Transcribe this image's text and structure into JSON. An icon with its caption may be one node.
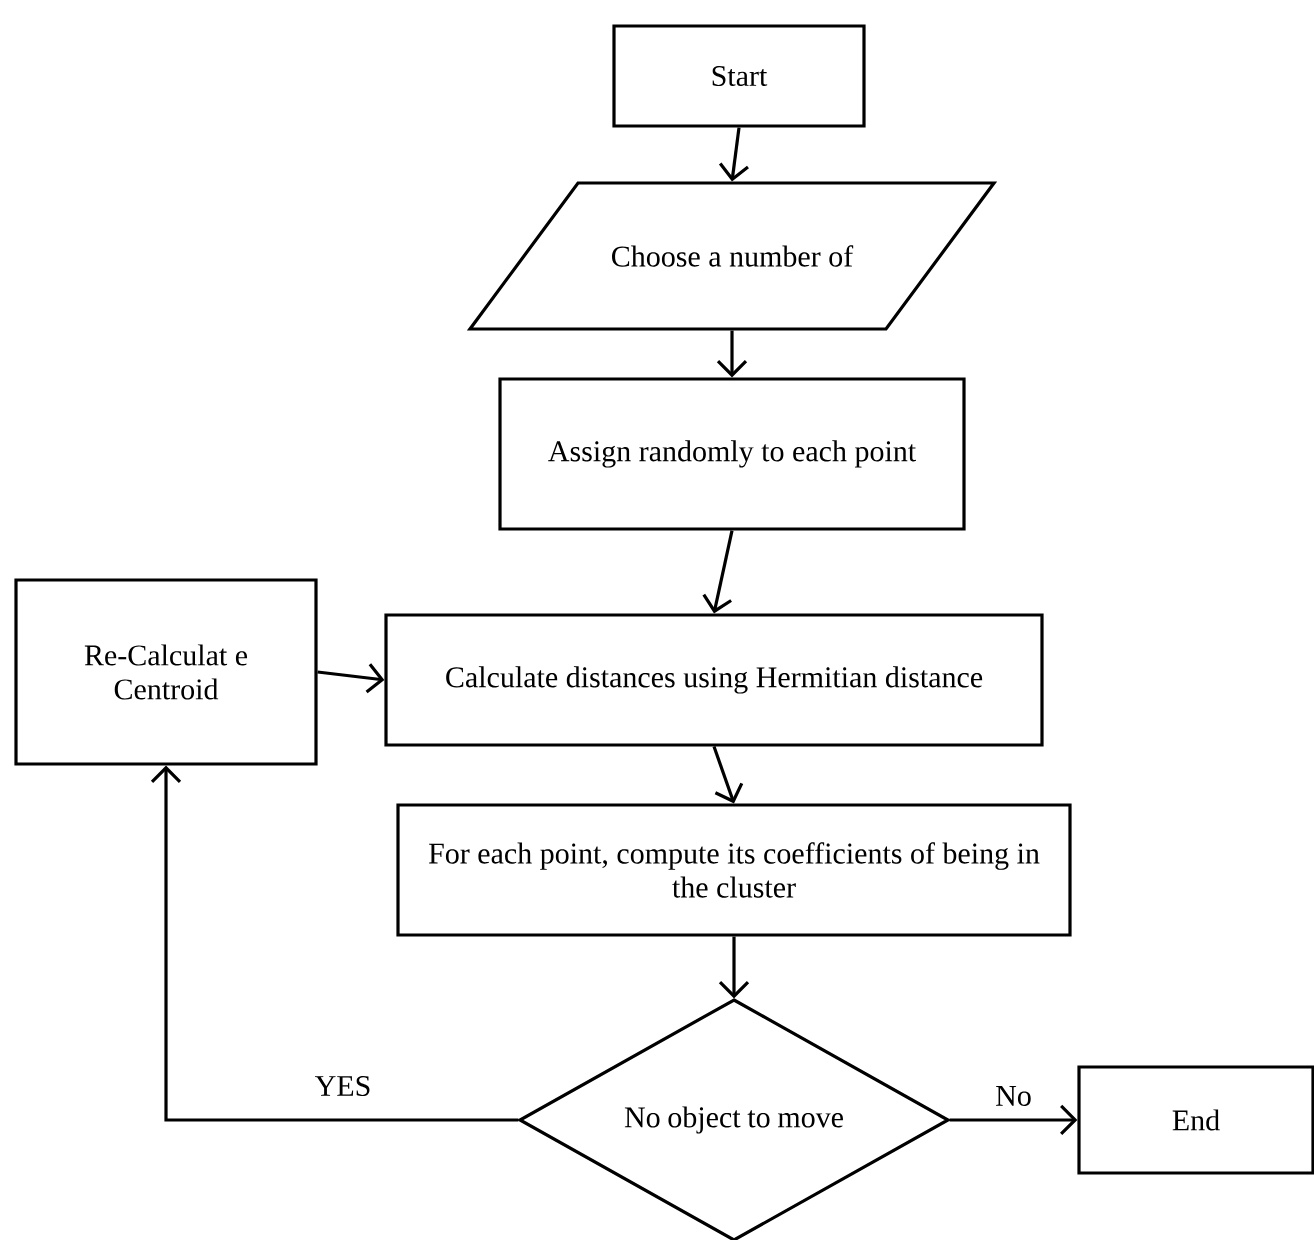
{
  "diagram": {
    "nodes": [
      {
        "text": [
          "Start"
        ]
      },
      {
        "text": [
          "Choose a number of"
        ]
      },
      {
        "text": [
          "Assign randomly to each point"
        ]
      },
      {
        "text": [
          "Re-Calculat e Centroid"
        ]
      },
      {
        "text": [
          "Calculate distances using Hermitian distance"
        ]
      },
      {
        "text": [
          "For each point, compute its coefficients of being in the cluster"
        ]
      },
      {
        "text": [
          "No object to move"
        ]
      },
      {
        "text": [
          "End"
        ]
      }
    ],
    "edges": [
      {
        "from": 0,
        "to": 1,
        "arrow": "to"
      },
      {
        "from": 1,
        "to": 2,
        "arrow": "to"
      },
      {
        "from": 2,
        "to": 4,
        "arrow": "to"
      },
      {
        "from": 3,
        "to": 4,
        "arrow": "to"
      },
      {
        "from": 4,
        "to": 5,
        "arrow": "to"
      },
      {
        "from": 5,
        "to": 6,
        "arrow": "to"
      },
      {
        "from": 6,
        "to": 3,
        "arrow": "to",
        "label": "YES"
      },
      {
        "from": 6,
        "to": 7,
        "arrow": "to",
        "label": "No"
      }
    ]
  }
}
